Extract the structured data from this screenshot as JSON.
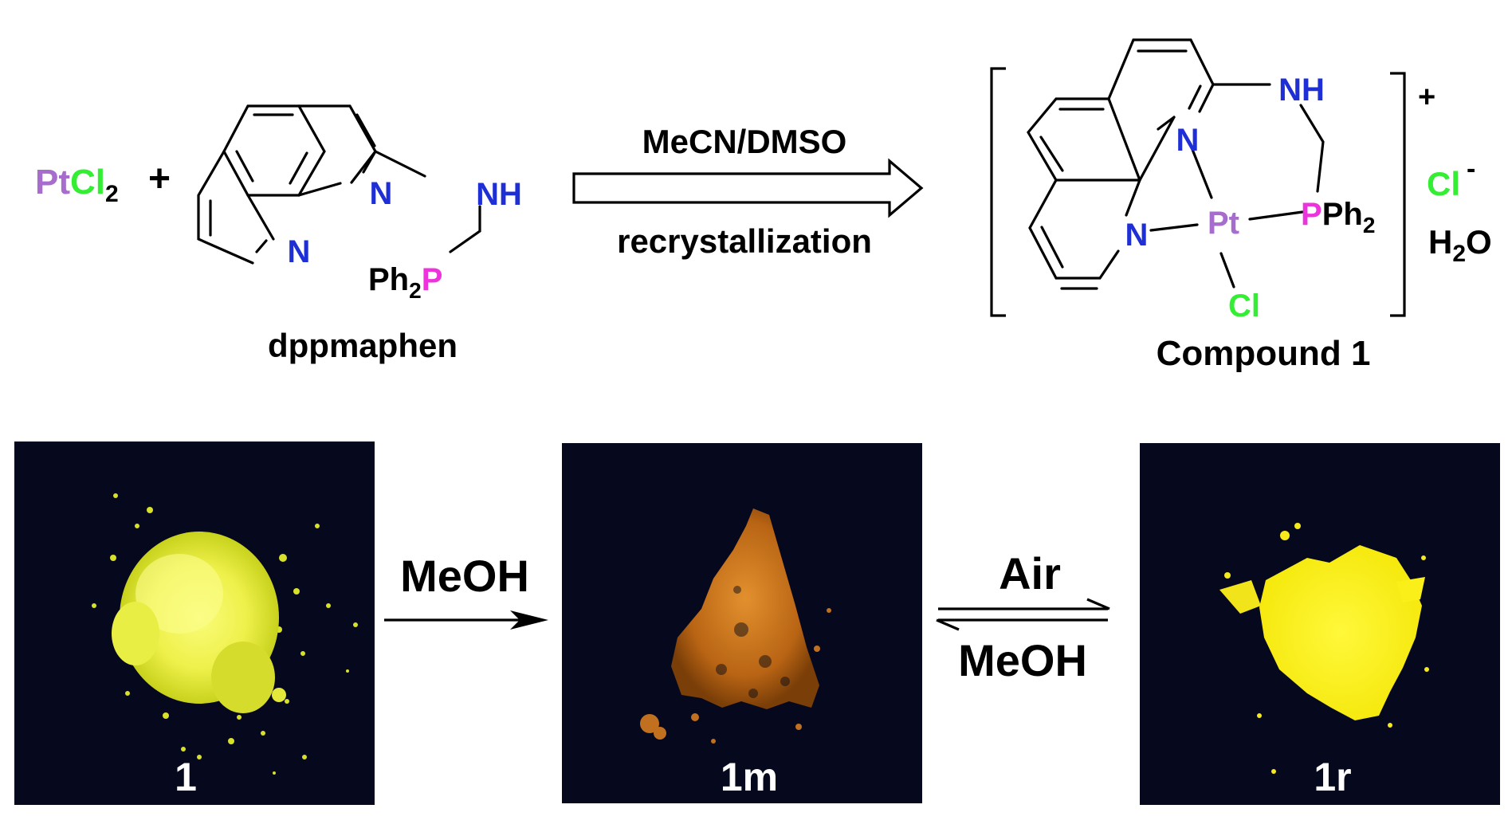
{
  "colors": {
    "pt": "#a66dcc",
    "cl": "#33ee33",
    "n": "#1f2fd6",
    "p": "#ee33dd",
    "bond": "#000000",
    "photo_bg": "#06091d",
    "sample_yellow": "#f2f04a",
    "sample_orange": "#c8741e",
    "sample_bright": "#fcf21a"
  },
  "reactants": {
    "pt_label": "Pt",
    "cl_label": "Cl",
    "cl_subscript": "2",
    "plus": "+",
    "ligand": {
      "n1": "N",
      "n2": "N",
      "nh": "NH",
      "ph": "Ph",
      "ph_subscript": "2",
      "p": "P",
      "name": "dppmaphen"
    }
  },
  "reaction_arrow": {
    "above": "MeCN/DMSO",
    "below": "recrystallization"
  },
  "product": {
    "n1": "N",
    "n2": "N",
    "nh": "NH",
    "pt": "Pt",
    "p": "P",
    "ph": "Ph",
    "ph_subscript": "2",
    "cl": "Cl",
    "charge": "+",
    "counterion": "Cl",
    "counterion_charge": "-",
    "water_h": "H",
    "water_subscript": "2",
    "water_o": "O",
    "name": "Compound 1"
  },
  "photos": [
    {
      "label": "1",
      "emission": "yellow"
    },
    {
      "label": "1m",
      "emission": "orange"
    },
    {
      "label": "1r",
      "emission": "bright yellow"
    }
  ],
  "photo_arrows": {
    "first": "MeOH",
    "forward": "Air",
    "reverse": "MeOH"
  }
}
